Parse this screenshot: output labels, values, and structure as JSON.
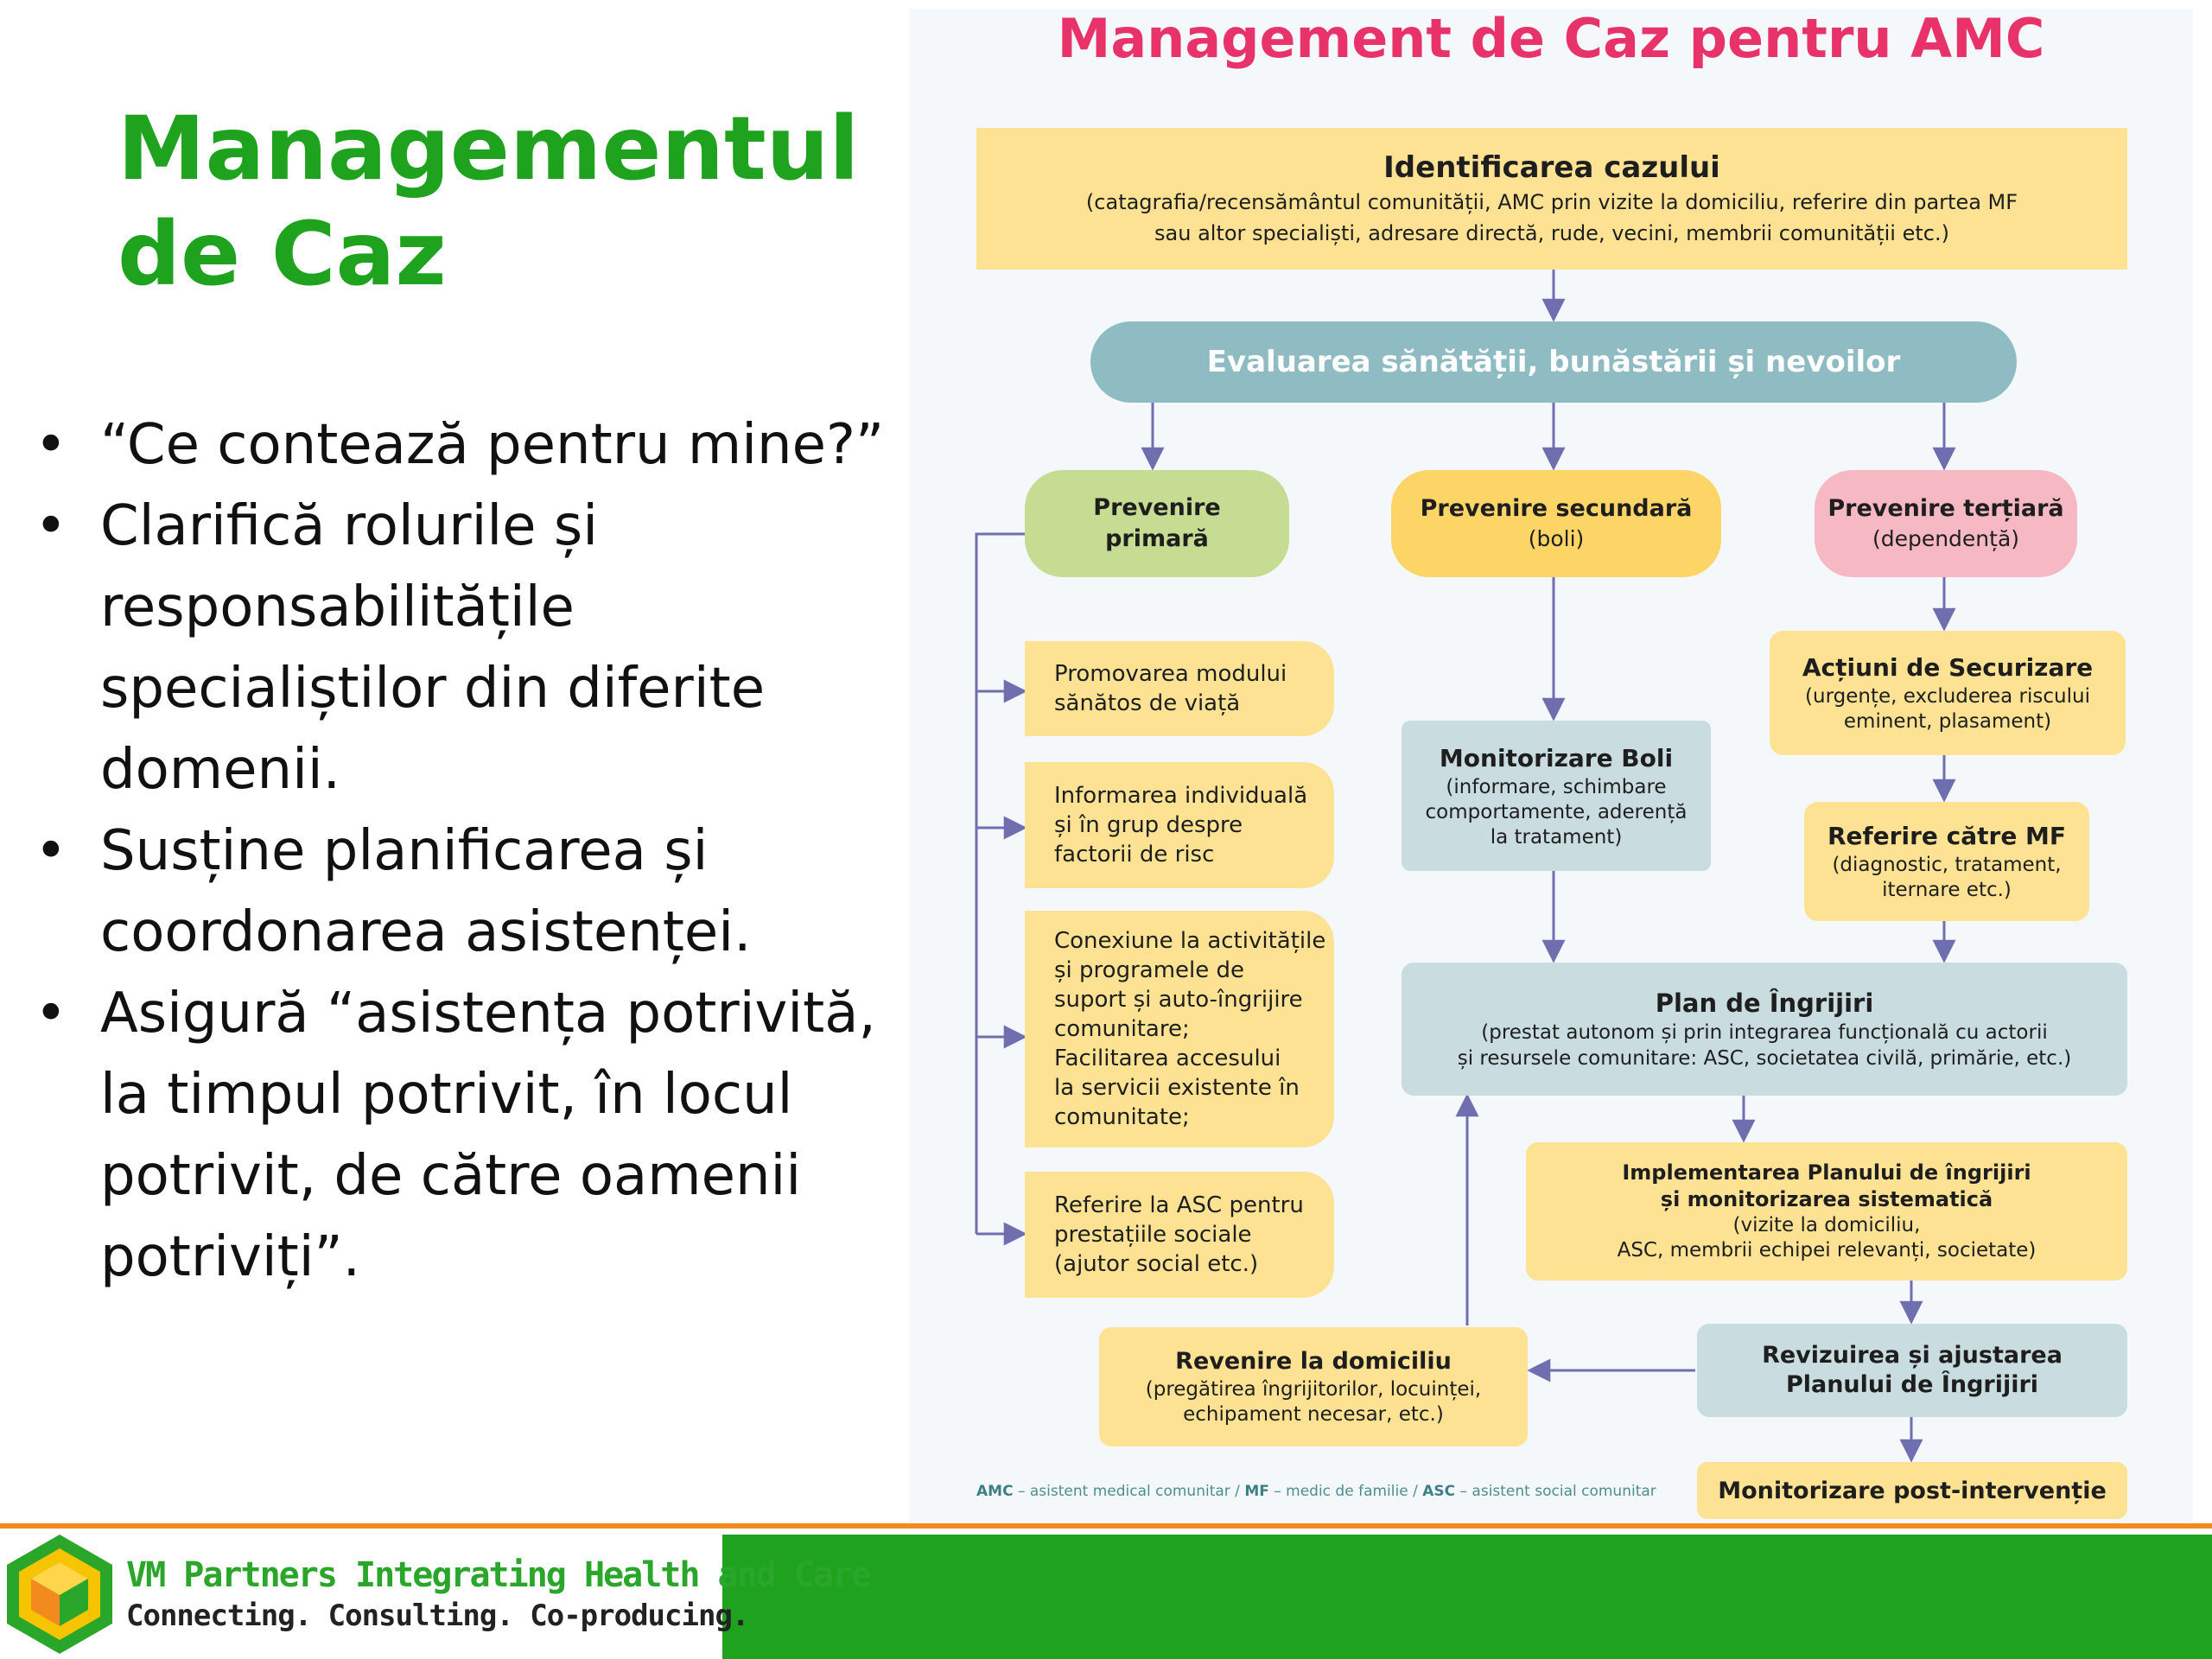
{
  "slide": {
    "title": "Managementul de Caz",
    "bullets": [
      "“Ce contează pentru mine?”",
      "Clarifică rolurile și responsabilitățile specialiștilor din diferite domenii.",
      "Susține planificarea și coordonarea asistenței.",
      "Asigură “asistența potrivită, la timpul potrivit, în locul potrivit, de către oamenii potriviți”."
    ],
    "bullet_glyph": "•"
  },
  "diagram": {
    "title": "Management de Caz pentru AMC",
    "identificare": {
      "title": "Identificarea cazului",
      "line1": "(catagrafia/recensământul comunității, AMC prin vizite la domiciliu, referire din partea MF",
      "line2": "sau altor specialiști, adresare directă, rude, vecini, membrii comunității etc.)"
    },
    "evaluare": "Evaluarea sănătății, bunăstării și nevoilor",
    "primara": {
      "line1": "Prevenire",
      "line2": "primară"
    },
    "secundara": {
      "title": "Prevenire secundară",
      "sub": "(boli)"
    },
    "tertiara": {
      "title": "Prevenire terțiară",
      "sub": "(dependență)"
    },
    "primary_actions": [
      [
        "Promovarea modului",
        "sănătos de viață"
      ],
      [
        "Informarea individuală",
        "și în grup despre",
        "factorii de risc"
      ],
      [
        "Conexiune la activitățile",
        "și programele de",
        "suport și auto-îngrijire",
        "comunitare;",
        "Facilitarea accesului",
        "la servicii existente în",
        "comunitate;"
      ],
      [
        "Referire la ASC pentru",
        "prestațiile sociale",
        "(ajutor social etc.)"
      ]
    ],
    "monitorizare_boli": {
      "title": "Monitorizare Boli",
      "lines": [
        "(informare, schimbare",
        "comportamente, aderență",
        "la tratament)"
      ]
    },
    "securizare": {
      "title": "Acțiuni de Securizare",
      "lines": [
        "(urgențe, excluderea riscului",
        "eminent, plasament)"
      ]
    },
    "referire_mf": {
      "title": "Referire către MF",
      "lines": [
        "(diagnostic, tratament,",
        "iternare etc.)"
      ]
    },
    "plan": {
      "title": "Plan de Îngrijiri",
      "lines": [
        "(prestat autonom și prin integrarea funcțională cu actorii",
        "și resursele comunitare: ASC, societatea civilă, primărie, etc.)"
      ]
    },
    "implementare": {
      "title1": "Implementarea Planului de îngrijiri",
      "title2": "și monitorizarea sistematică",
      "lines": [
        "(vizite la domiciliu,",
        "ASC, membrii echipei relevanți, societate)"
      ]
    },
    "revizuire": {
      "line1": "Revizuirea și ajustarea",
      "line2": "Planului de Îngrijiri"
    },
    "revenire": {
      "title": "Revenire la domiciliu",
      "lines": [
        "(pregătirea îngrijitorilor, locuinței,",
        "echipament necesar, etc.)"
      ]
    },
    "post": "Monitorizare post-intervenție",
    "legend": {
      "amc": "AMC",
      "amc_desc": " – asistent medical comunitar / ",
      "mf": "MF",
      "mf_desc": " – medic de familie / ",
      "asc": "ASC",
      "asc_desc": " – asistent social comunitar"
    }
  },
  "footer": {
    "brand": "VM Partners Integrating Health and Care",
    "tagline": "Connecting. Consulting. Co-producing."
  },
  "colors": {
    "title_green": "#1fa31f",
    "diagram_title_pink": "#e8336a",
    "box_yellow": "#fde293",
    "box_teal": "#8fbcc3",
    "box_green": "#c6dc93",
    "box_pink": "#f6b9c4",
    "box_gray": "#c9dde0",
    "arrow": "#6f6fb0",
    "footer_orange": "#f28a1d",
    "footer_green": "#1fa31f"
  }
}
